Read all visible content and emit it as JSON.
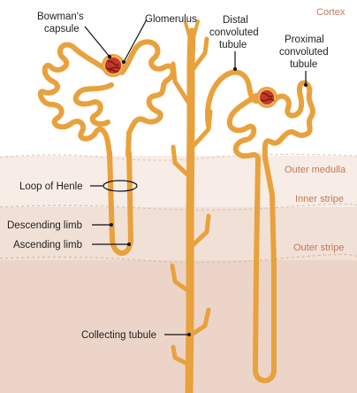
{
  "zones": {
    "cortex": "Cortex",
    "outer_medulla": "Outer medulla",
    "inner_stripe": "Inner stripe",
    "outer_stripe": "Outer stripe"
  },
  "labels": {
    "bowmans_capsule_line1": "Bowman's",
    "bowmans_capsule_line2": "capsule",
    "glomerulus": "Glomerulus",
    "distal_line1": "Distal",
    "distal_line2": "convoluted",
    "distal_line3": "tubule",
    "proximal_line1": "Proximal",
    "proximal_line2": "convoluted",
    "proximal_line3": "tubule",
    "loop_of_henle": "Loop of Henle",
    "descending_limb": "Descending limb",
    "ascending_limb": "Ascending limb",
    "collecting_tubule": "Collecting tubule"
  },
  "colors": {
    "tubule": "#e8a13c",
    "glomerulus": "#c0392b",
    "band_light": "#f7ece6",
    "band_mid": "#f1e0d6",
    "band_dark": "#ecd5c8",
    "zone_text": "#c07a5a"
  }
}
